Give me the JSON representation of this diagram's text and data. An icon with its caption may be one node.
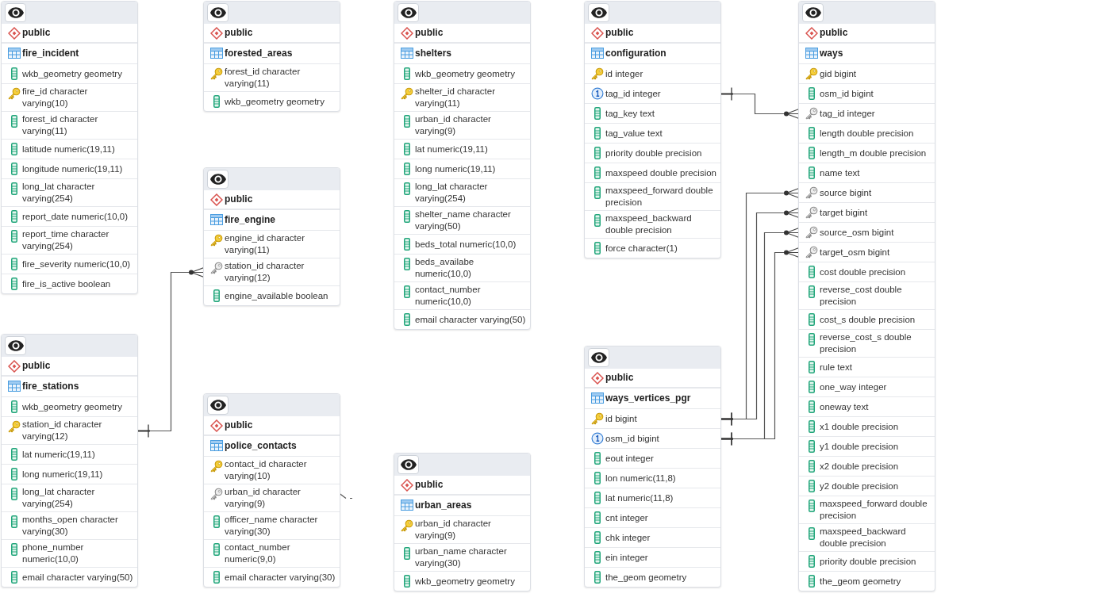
{
  "diagram": {
    "nodes": [
      {
        "text": [
          "public",
          "fire_incident"
        ]
      },
      {
        "text": [
          "wkb_geometry geometry"
        ],
        "in": 0
      },
      {
        "text": [
          "fire_id character varying(10)"
        ],
        "in": 0
      },
      {
        "text": [
          "forest_id character varying(11)"
        ],
        "in": 0
      },
      {
        "text": [
          "latitude numeric(19,11)"
        ],
        "in": 0
      },
      {
        "text": [
          "longitude numeric(19,11)"
        ],
        "in": 0
      },
      {
        "text": [
          "long_lat character varying(254)"
        ],
        "in": 0
      },
      {
        "text": [
          "report_date numeric(10,0)"
        ],
        "in": 0
      },
      {
        "text": [
          "report_time character varying(254)"
        ],
        "in": 0
      },
      {
        "text": [
          "fire_severity numeric(10,0)"
        ],
        "in": 0
      },
      {
        "text": [
          "fire_is_active boolean"
        ],
        "in": 0
      },
      {
        "text": [
          "public",
          "forested_areas"
        ]
      },
      {
        "text": [
          "forest_id character varying(11)"
        ],
        "in": 11
      },
      {
        "text": [
          "wkb_geometry geometry"
        ],
        "in": 11
      },
      {
        "text": [
          "public",
          "fire_engine"
        ]
      },
      {
        "text": [
          "engine_id character varying(11)"
        ],
        "in": 14
      },
      {
        "text": [
          "station_id character varying(12)"
        ],
        "in": 14
      },
      {
        "text": [
          "engine_available boolean"
        ],
        "in": 14
      },
      {
        "text": [
          "public",
          "fire_stations"
        ]
      },
      {
        "text": [
          "wkb_geometry geometry"
        ],
        "in": 18
      },
      {
        "text": [
          "station_id character varying(12)"
        ],
        "in": 18
      },
      {
        "text": [
          "lat numeric(19,11)"
        ],
        "in": 18
      },
      {
        "text": [
          "long numeric(19,11)"
        ],
        "in": 18
      },
      {
        "text": [
          "long_lat character varying(254)"
        ],
        "in": 18
      },
      {
        "text": [
          "months_open character varying(30)"
        ],
        "in": 18
      },
      {
        "text": [
          "phone_number numeric(10,0)"
        ],
        "in": 18
      },
      {
        "text": [
          "email character varying(50)"
        ],
        "in": 18
      },
      {
        "text": [
          "public",
          "police_contacts"
        ]
      },
      {
        "text": [
          "contact_id character varying(10)"
        ],
        "in": 27
      },
      {
        "text": [
          "urban_id character varying(9)"
        ],
        "in": 27
      },
      {
        "text": [
          "officer_name character varying(30)"
        ],
        "in": 27
      },
      {
        "text": [
          "contact_number numeric(9,0)"
        ],
        "in": 27
      },
      {
        "text": [
          "email character varying(30)"
        ],
        "in": 27
      },
      {
        "text": [
          "public",
          "shelters"
        ]
      },
      {
        "text": [
          "wkb_geometry geometry"
        ],
        "in": 33
      },
      {
        "text": [
          "shelter_id character varying(11)"
        ],
        "in": 33
      },
      {
        "text": [
          "urban_id character varying(9)"
        ],
        "in": 33
      },
      {
        "text": [
          "lat numeric(19,11)"
        ],
        "in": 33
      },
      {
        "text": [
          "long numeric(19,11)"
        ],
        "in": 33
      },
      {
        "text": [
          "long_lat character varying(254)"
        ],
        "in": 33
      },
      {
        "text": [
          "shelter_name character varying(50)"
        ],
        "in": 33
      },
      {
        "text": [
          "beds_total numeric(10,0)"
        ],
        "in": 33
      },
      {
        "text": [
          "beds_availabe numeric(10,0)"
        ],
        "in": 33
      },
      {
        "text": [
          "contact_number numeric(10,0)"
        ],
        "in": 33
      },
      {
        "text": [
          "email character varying(50)"
        ],
        "in": 33
      },
      {
        "text": [
          "public",
          "urban_areas"
        ]
      },
      {
        "text": [
          "urban_id character varying(9)"
        ],
        "in": 45
      },
      {
        "text": [
          "urban_name character varying(30)"
        ],
        "in": 45
      },
      {
        "text": [
          "wkb_geometry geometry"
        ],
        "in": 45
      },
      {
        "text": [
          "public",
          "configuration"
        ]
      },
      {
        "text": [
          "id integer"
        ],
        "in": 49
      },
      {
        "text": [
          "tag_id integer"
        ],
        "in": 49
      },
      {
        "text": [
          "tag_key text"
        ],
        "in": 49
      },
      {
        "text": [
          "tag_value text"
        ],
        "in": 49
      },
      {
        "text": [
          "priority double precision"
        ],
        "in": 49
      },
      {
        "text": [
          "maxspeed double precision"
        ],
        "in": 49
      },
      {
        "text": [
          "maxspeed_forward double precision"
        ],
        "in": 49
      },
      {
        "text": [
          "maxspeed_backward double precision"
        ],
        "in": 49
      },
      {
        "text": [
          "force character(1)"
        ],
        "in": 49
      },
      {
        "text": [
          "public",
          "ways_vertices_pgr"
        ]
      },
      {
        "text": [
          "id bigint"
        ],
        "in": 59
      },
      {
        "text": [
          "osm_id bigint"
        ],
        "in": 59
      },
      {
        "text": [
          "eout integer"
        ],
        "in": 59
      },
      {
        "text": [
          "lon numeric(11,8)"
        ],
        "in": 59
      },
      {
        "text": [
          "lat numeric(11,8)"
        ],
        "in": 59
      },
      {
        "text": [
          "cnt integer"
        ],
        "in": 59
      },
      {
        "text": [
          "chk integer"
        ],
        "in": 59
      },
      {
        "text": [
          "ein integer"
        ],
        "in": 59
      },
      {
        "text": [
          "the_geom geometry"
        ],
        "in": 59
      },
      {
        "text": [
          "public",
          "ways"
        ]
      },
      {
        "text": [
          "gid bigint"
        ],
        "in": 69
      },
      {
        "text": [
          "osm_id bigint"
        ],
        "in": 69
      },
      {
        "text": [
          "tag_id integer"
        ],
        "in": 69
      },
      {
        "text": [
          "length double precision"
        ],
        "in": 69
      },
      {
        "text": [
          "length_m double precision"
        ],
        "in": 69
      },
      {
        "text": [
          "name text"
        ],
        "in": 69
      },
      {
        "text": [
          "source bigint"
        ],
        "in": 69
      },
      {
        "text": [
          "target bigint"
        ],
        "in": 69
      },
      {
        "text": [
          "source_osm bigint"
        ],
        "in": 69
      },
      {
        "text": [
          "target_osm bigint"
        ],
        "in": 69
      },
      {
        "text": [
          "cost double precision"
        ],
        "in": 69
      },
      {
        "text": [
          "reverse_cost double precision"
        ],
        "in": 69
      },
      {
        "text": [
          "cost_s double precision"
        ],
        "in": 69
      },
      {
        "text": [
          "reverse_cost_s double precision"
        ],
        "in": 69
      },
      {
        "text": [
          "rule text"
        ],
        "in": 69
      },
      {
        "text": [
          "one_way integer"
        ],
        "in": 69
      },
      {
        "text": [
          "oneway text"
        ],
        "in": 69
      },
      {
        "text": [
          "x1 double precision"
        ],
        "in": 69
      },
      {
        "text": [
          "y1 double precision"
        ],
        "in": 69
      },
      {
        "text": [
          "x2 double precision"
        ],
        "in": 69
      },
      {
        "text": [
          "y2 double precision"
        ],
        "in": 69
      },
      {
        "text": [
          "maxspeed_forward double precision"
        ],
        "in": 69
      },
      {
        "text": [
          "maxspeed_backward double precision"
        ],
        "in": 69
      },
      {
        "text": [
          "priority double precision"
        ],
        "in": 69
      },
      {
        "text": [
          "the_geom geometry"
        ],
        "in": 69
      }
    ],
    "edges": [
      {
        "from": 20,
        "to": 16,
        "arrow": "other"
      },
      {
        "from": 51,
        "to": 72,
        "arrow": "other"
      },
      {
        "from": 60,
        "to": 76,
        "arrow": "other"
      },
      {
        "from": 60,
        "to": 77,
        "arrow": "other"
      },
      {
        "from": 61,
        "to": 78,
        "arrow": "other"
      },
      {
        "from": 61,
        "to": 79,
        "arrow": "other"
      },
      {
        "from": 29,
        "to": null,
        "arrow": "none",
        "style": "dashed"
      }
    ]
  }
}
